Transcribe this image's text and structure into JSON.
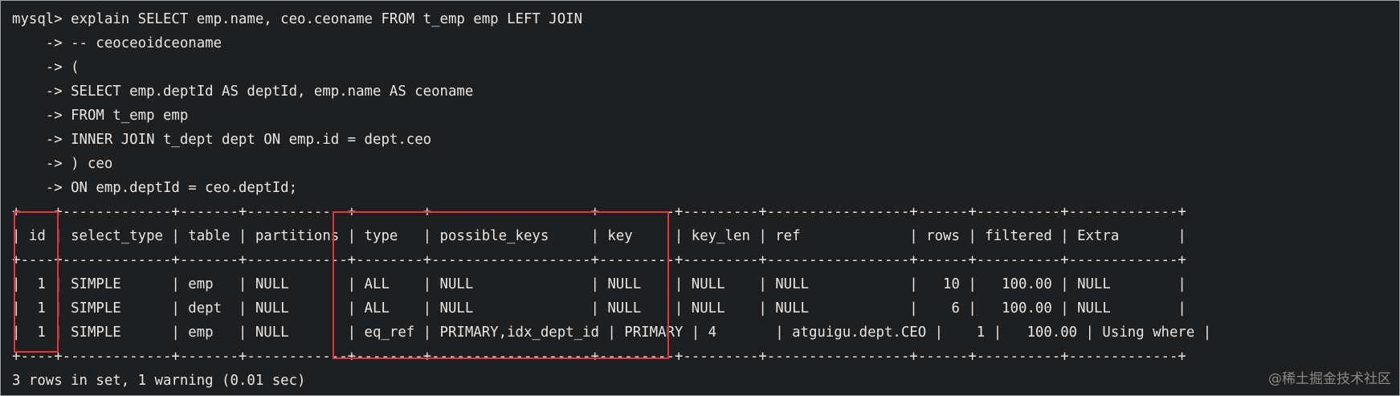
{
  "terminal": {
    "lines": [
      "mysql> explain SELECT emp.name, ceo.ceoname FROM t_emp emp LEFT JOIN",
      "    -> -- ceoceoidceoname",
      "    -> (",
      "    -> SELECT emp.deptId AS deptId, emp.name AS ceoname",
      "    -> FROM t_emp emp",
      "    -> INNER JOIN t_dept dept ON emp.id = dept.ceo",
      "    -> ) ceo",
      "    -> ON emp.deptId = ceo.deptId;",
      "+----+-------------+-------+------------+--------+-------------------+---------+---------+-----------------+------+----------+-------------+",
      "| id | select_type | table | partitions | type   | possible_keys     | key     | key_len | ref             | rows | filtered | Extra       |",
      "+----+-------------+-------+------------+--------+-------------------+---------+---------+-----------------+------+----------+-------------+",
      "|  1 | SIMPLE      | emp   | NULL       | ALL    | NULL              | NULL    | NULL    | NULL            |   10 |   100.00 | NULL        |",
      "|  1 | SIMPLE      | dept  | NULL       | ALL    | NULL              | NULL    | NULL    | NULL            |    6 |   100.00 | NULL        |",
      "|  1 | SIMPLE      | emp   | NULL       | eq_ref | PRIMARY,idx_dept_id | PRIMARY | 4       | atguigu.dept.CEO |    1 |   100.00 | Using where |",
      "+----+-------------+-------+------------+--------+-------------------+---------+---------+-----------------+------+----------+-------------+",
      "3 rows in set, 1 warning (0.01 sec)"
    ]
  },
  "watermark": "@稀土掘金技术社区",
  "colors": {
    "background": "#1d1f21",
    "text": "#e7e7e7",
    "highlight": "#e5343a",
    "watermark": "#8a8a8a"
  }
}
